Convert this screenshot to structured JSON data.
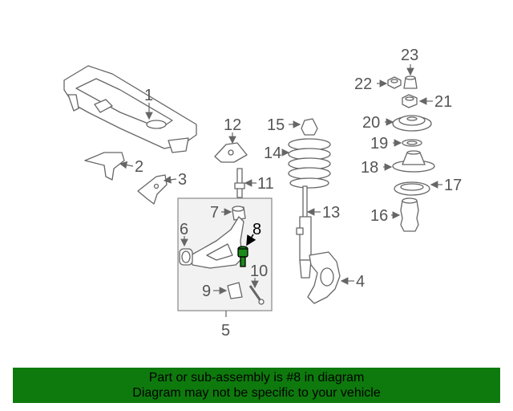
{
  "diagram": {
    "callouts": {
      "c1": "1",
      "c2": "2",
      "c3": "3",
      "c4": "4",
      "c5": "5",
      "c6": "6",
      "c7": "7",
      "c8": "8",
      "c9": "9",
      "c10": "10",
      "c11": "11",
      "c12": "12",
      "c13": "13",
      "c14": "14",
      "c15": "15",
      "c16": "16",
      "c17": "17",
      "c18": "18",
      "c19": "19",
      "c20": "20",
      "c21": "21",
      "c22": "22",
      "c23": "23"
    },
    "highlighted_part": "8",
    "highlight_color": "#1a8a1a"
  },
  "banner": {
    "line1": "Part or sub-assembly is #8 in diagram",
    "line2": "Diagram may not be specific to your vehicle",
    "background": "#0e7a0d"
  }
}
